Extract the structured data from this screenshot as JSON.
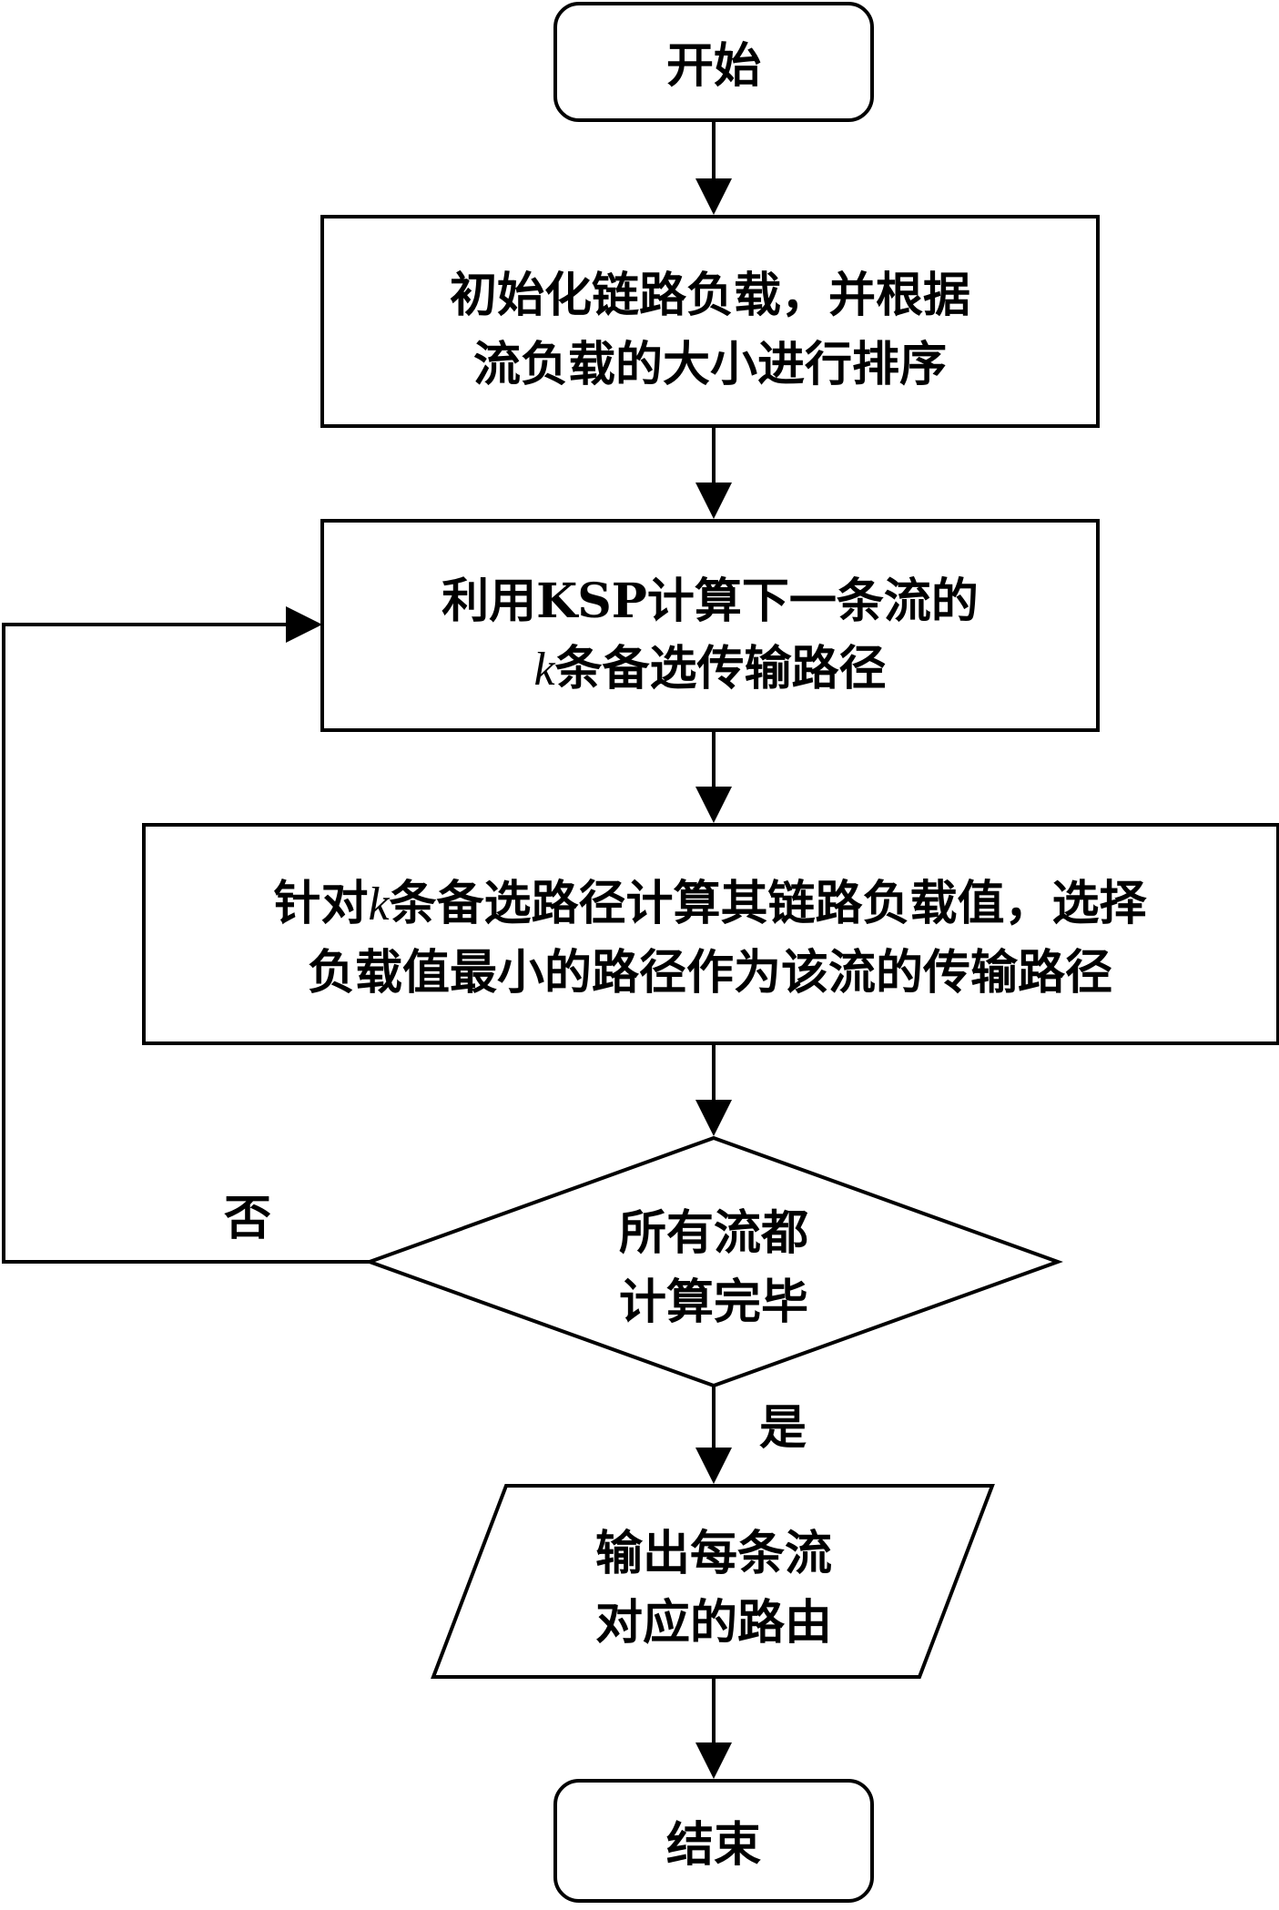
{
  "nodes": {
    "start": {
      "lines": [
        "开始"
      ]
    },
    "init": {
      "lines": [
        "初始化链路负载，并根据",
        "流负载的大小进行排序"
      ]
    },
    "ksp": {
      "line1": "利用KSP计算下一条流的",
      "line2_var": "k",
      "line2_rest": "条备选传输路径"
    },
    "select": {
      "line1_pre": "针对",
      "line1_var": "k",
      "line1_rest": "条备选路径计算其链路负载值，选择",
      "line2": "负载值最小的路径作为该流的传输路径"
    },
    "decision": {
      "lines": [
        "所有流都",
        "计算完毕"
      ]
    },
    "output": {
      "lines": [
        "输出每条流",
        "对应的路由"
      ]
    },
    "end": {
      "lines": [
        "结束"
      ]
    }
  },
  "edge_labels": {
    "no": "否",
    "yes": "是"
  }
}
